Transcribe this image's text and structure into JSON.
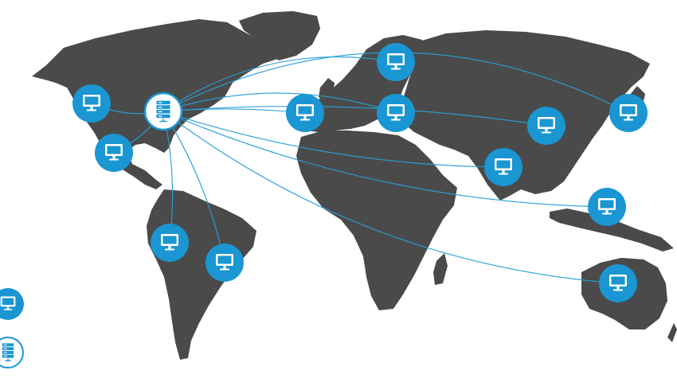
{
  "colors": {
    "land": "#4a4a4a",
    "accent": "#1a96d2",
    "link": "#2a9fd6",
    "background": "#ffffff"
  },
  "hub": {
    "icon": "server-icon",
    "style": "outlined"
  },
  "nodes": [
    {
      "id": "north-america-west",
      "icon": "monitor-icon"
    },
    {
      "id": "mexico",
      "icon": "monitor-icon"
    },
    {
      "id": "south-america-west",
      "icon": "monitor-icon"
    },
    {
      "id": "brazil",
      "icon": "monitor-icon"
    },
    {
      "id": "western-europe",
      "icon": "monitor-icon"
    },
    {
      "id": "scandinavia",
      "icon": "monitor-icon"
    },
    {
      "id": "eastern-europe",
      "icon": "monitor-icon"
    },
    {
      "id": "china",
      "icon": "monitor-icon"
    },
    {
      "id": "japan",
      "icon": "monitor-icon"
    },
    {
      "id": "india",
      "icon": "monitor-icon"
    },
    {
      "id": "southeast-asia",
      "icon": "monitor-icon"
    },
    {
      "id": "australia",
      "icon": "monitor-icon"
    }
  ],
  "legend": [
    {
      "icon": "monitor-icon",
      "style": "filled"
    },
    {
      "icon": "server-icon",
      "style": "outlined"
    }
  ]
}
